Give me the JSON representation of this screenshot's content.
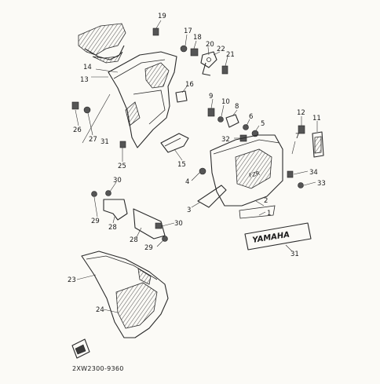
{
  "diagram": {
    "callouts": [
      "19",
      "17",
      "18",
      "20",
      "22",
      "21",
      "14",
      "13",
      "16",
      "9",
      "10",
      "8",
      "6",
      "5",
      "12",
      "11",
      "26",
      "27",
      "31",
      "25",
      "15",
      "32",
      "7",
      "4",
      "34",
      "33",
      "3",
      "30",
      "29",
      "28",
      "2",
      "1",
      "23",
      "24"
    ],
    "decal_text": "YAMAHA",
    "model_label": "FZR",
    "catalog_code": "2XW2300-9360"
  }
}
